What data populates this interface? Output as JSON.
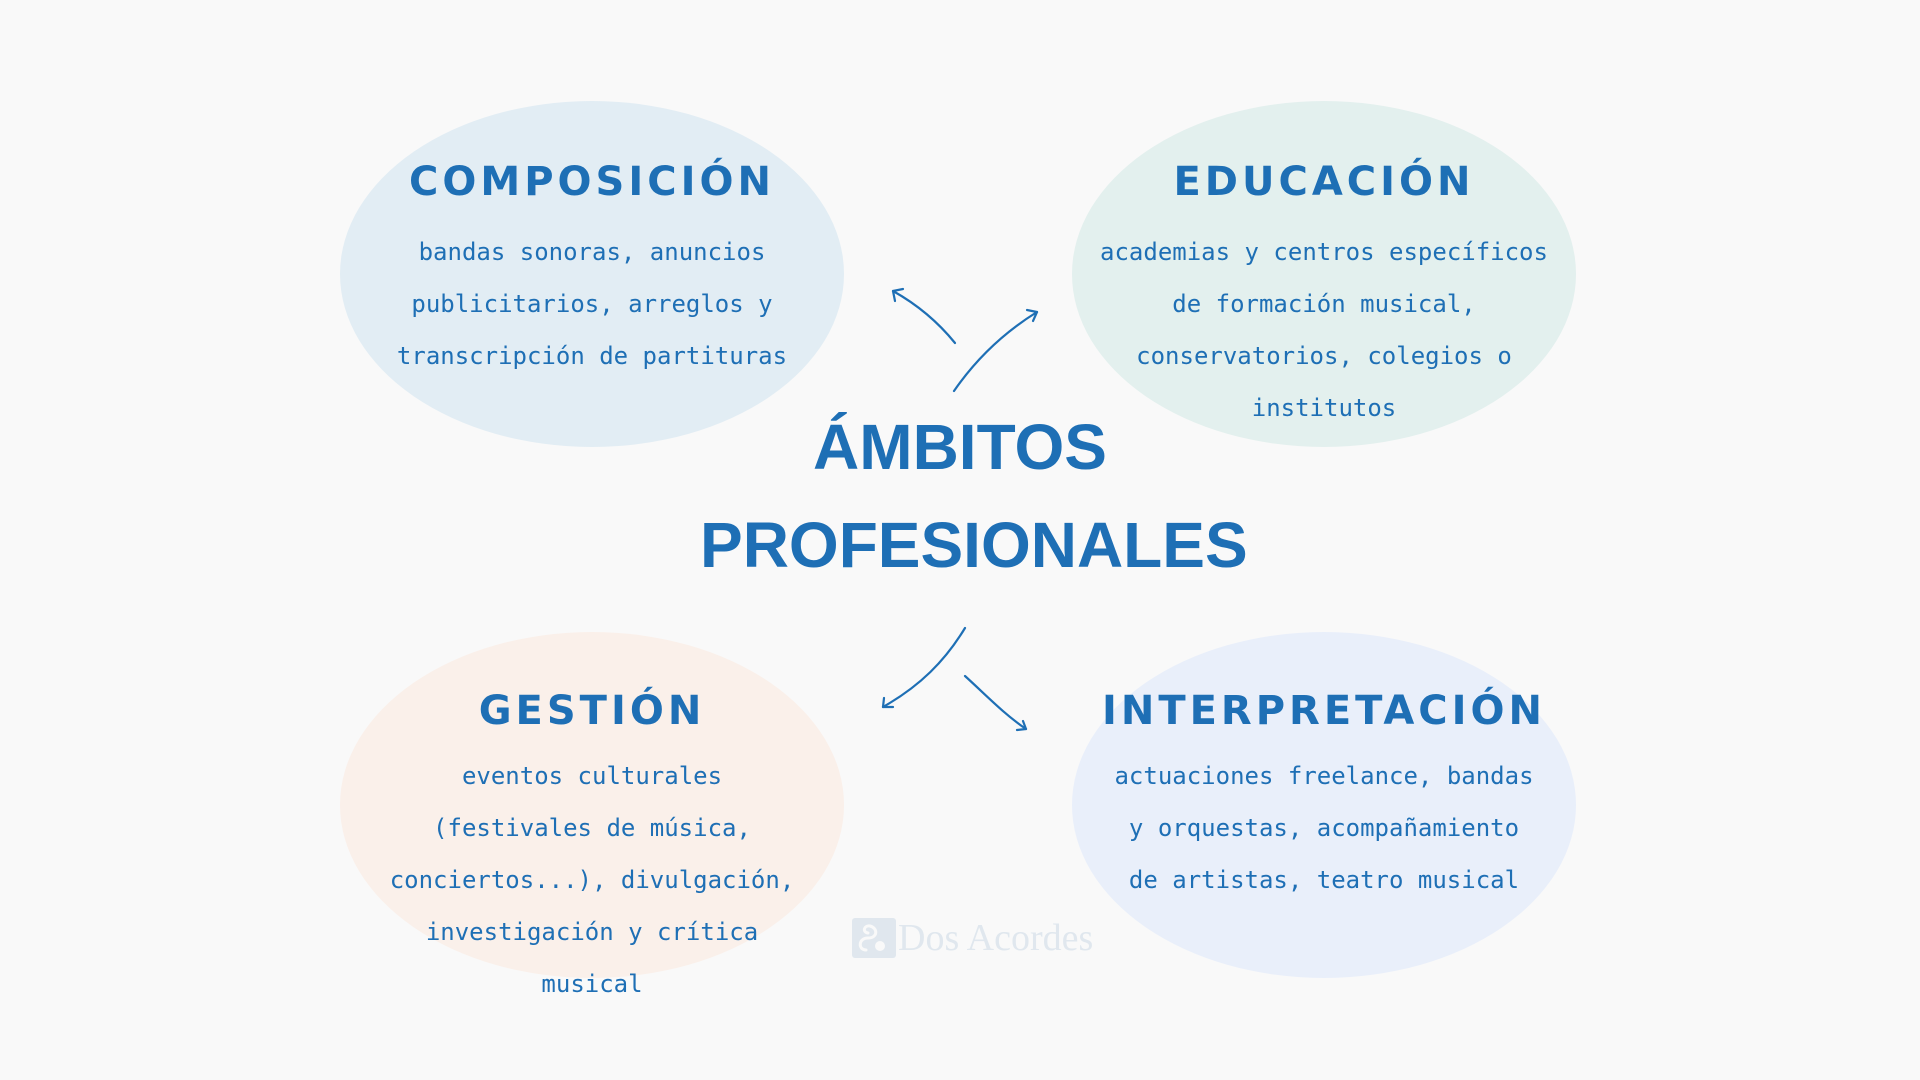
{
  "colors": {
    "background": "#f9f9f9",
    "text": "#1e6fb5",
    "composicion_fill": "#e2edf4",
    "educacion_fill": "#e3f0ee",
    "gestion_fill": "#faf0ea",
    "interpretacion_fill": "#e9effa",
    "watermark": "#c2d3e2"
  },
  "center": {
    "line1": "ÁMBITOS",
    "line2": "PROFESIONALES"
  },
  "composicion": {
    "title": "COMPOSICIÓN",
    "text": "bandas sonoras, anuncios publicitarios, arreglos y transcripción de partituras"
  },
  "educacion": {
    "title": "EDUCACIÓN",
    "text": "academias y centros específicos de formación musical, conservatorios, colegios o institutos"
  },
  "gestion": {
    "title": "GESTIÓN",
    "text": "eventos culturales (festivales de música, conciertos...), divulgación, investigación y crítica musical"
  },
  "interpretacion": {
    "title": "INTERPRETACIÓN",
    "text": "actuaciones freelance, bandas y orquestas, acompañamiento de artistas, teatro musical"
  },
  "watermark": {
    "text": "Dos Acordes",
    "icon": "musical-clef-icon"
  }
}
